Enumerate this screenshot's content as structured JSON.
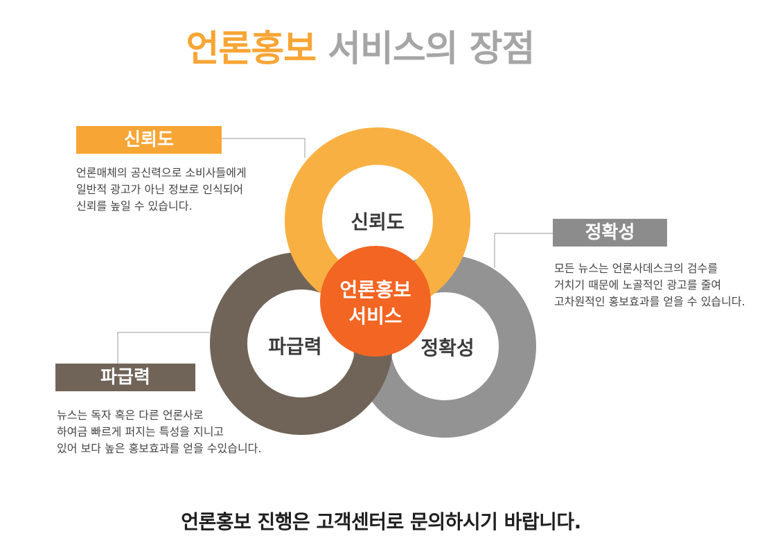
{
  "title": {
    "highlight": "언론홍보",
    "rest": "서비스의 장점"
  },
  "colors": {
    "orange": "#f7a535",
    "brown": "#706458",
    "gray": "#939393",
    "center": "#f26522"
  },
  "diagram": {
    "center": {
      "line1": "언론홍보",
      "line2": "서비스"
    },
    "rings": {
      "trust": "신뢰도",
      "spread": "파급력",
      "accuracy": "정확성"
    }
  },
  "cards": [
    {
      "tag": "신뢰도",
      "lines": [
        "언론매체의 공신력으로 소비사들에게",
        "일반적 광고가 아닌 정보로 인식되어",
        "신뢰를 높일 수 있습니다."
      ]
    },
    {
      "tag": "정확성",
      "lines": [
        "모든 뉴스는 언론사데스크의 검수를",
        "거치기 때문에 노골적인 광고를 줄여",
        "고차원적인 홍보효과를 얻을 수 있습니다."
      ]
    },
    {
      "tag": "파급력",
      "lines": [
        "뉴스는 독자 혹은 다른 언론사로",
        "하여금 빠르게 퍼지는 특성을 지니고",
        "있어 보다 높은 홍보효과를 얻을 수있습니다."
      ]
    }
  ],
  "footer": "언론홍보 진행은 고객센터로 문의하시기 바랍니다."
}
